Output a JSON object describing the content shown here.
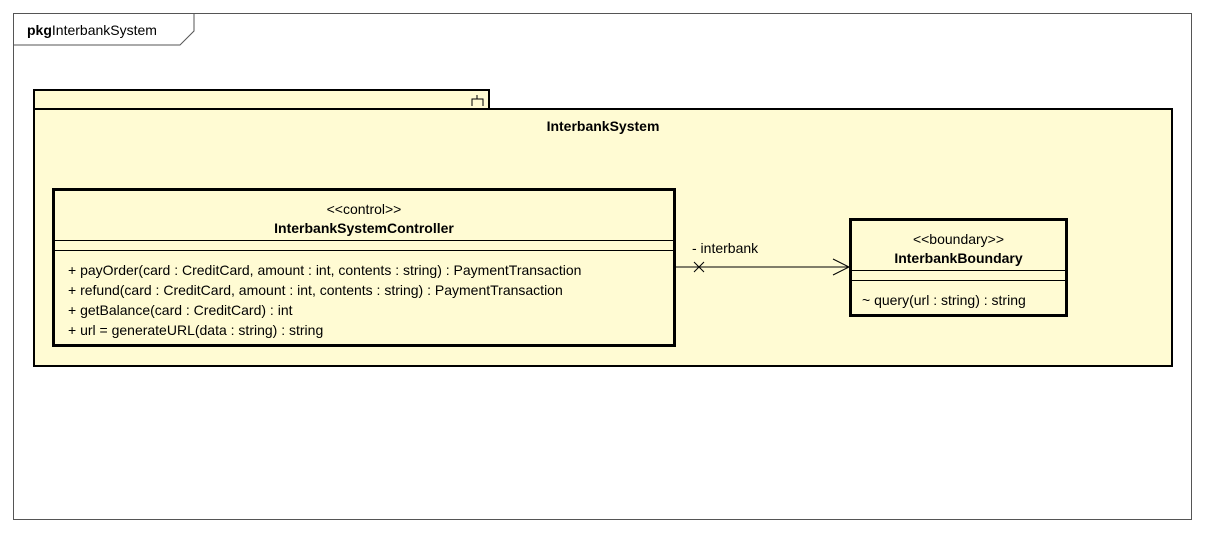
{
  "frame": {
    "kind": "pkg",
    "name": "InterbankSystem"
  },
  "package": {
    "name": "InterbankSystem"
  },
  "controller": {
    "stereotype": "<<control>>",
    "name": "InterbankSystemController",
    "operations": [
      "+ payOrder(card : CreditCard, amount : int, contents : string) : PaymentTransaction",
      "+ refund(card : CreditCard, amount : int, contents : string) : PaymentTransaction",
      "+ getBalance(card : CreditCard) : int",
      "+ url = generateURL(data : string) : string"
    ]
  },
  "boundary": {
    "stereotype": "<<boundary>>",
    "name": "InterbankBoundary",
    "operations": [
      "~ query(url : string) : string"
    ]
  },
  "association": {
    "role": "- interbank"
  }
}
